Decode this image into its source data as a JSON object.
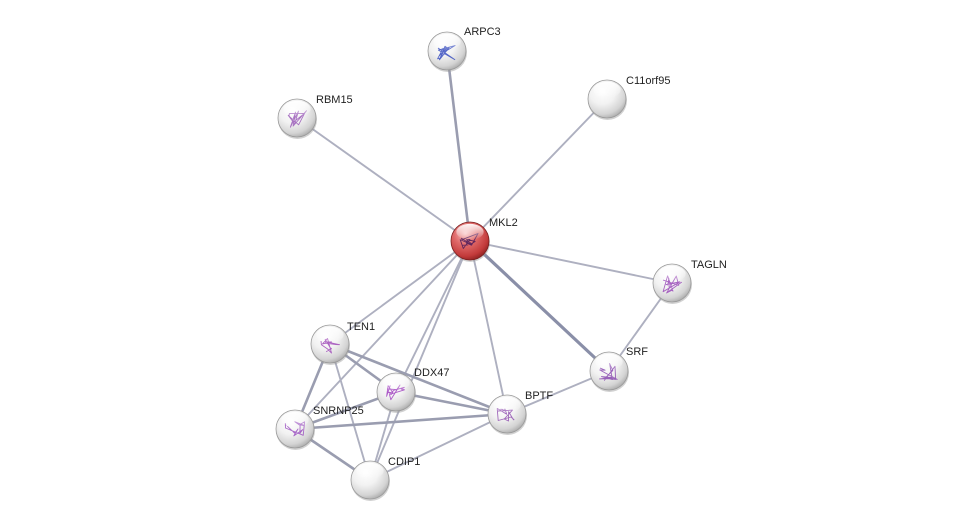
{
  "network": {
    "query_node": "MKL2",
    "nodes": [
      {
        "id": "ARPC3",
        "label": "ARPC3",
        "query": false,
        "structure": true,
        "structure_color": "#3a4fc0"
      },
      {
        "id": "C11orf95",
        "label": "C11orf95",
        "query": false,
        "structure": false
      },
      {
        "id": "RBM15",
        "label": "RBM15",
        "query": false,
        "structure": true,
        "structure_color": "#9a5ab8"
      },
      {
        "id": "MKL2",
        "label": "MKL2",
        "query": true,
        "structure": true,
        "structure_color": "#4a1a5a"
      },
      {
        "id": "TAGLN",
        "label": "TAGLN",
        "query": false,
        "structure": true,
        "structure_color": "#9a4ab8"
      },
      {
        "id": "TEN1",
        "label": "TEN1",
        "query": false,
        "structure": true,
        "structure_color": "#a04ab8"
      },
      {
        "id": "SRF",
        "label": "SRF",
        "query": false,
        "structure": true,
        "structure_color": "#8a4ab0"
      },
      {
        "id": "DDX47",
        "label": "DDX47",
        "query": false,
        "structure": true,
        "structure_color": "#a040c0"
      },
      {
        "id": "BPTF",
        "label": "BPTF",
        "query": false,
        "structure": true,
        "structure_color": "#9050b0"
      },
      {
        "id": "SNRNP25",
        "label": "SNRNP25",
        "query": false,
        "structure": true,
        "structure_color": "#9a50c0"
      },
      {
        "id": "CDIP1",
        "label": "CDIP1",
        "query": false,
        "structure": false
      }
    ],
    "edges": [
      {
        "source": "MKL2",
        "target": "ARPC3",
        "strength": 2
      },
      {
        "source": "MKL2",
        "target": "C11orf95",
        "strength": 1
      },
      {
        "source": "MKL2",
        "target": "RBM15",
        "strength": 1
      },
      {
        "source": "MKL2",
        "target": "TAGLN",
        "strength": 1
      },
      {
        "source": "MKL2",
        "target": "SRF",
        "strength": 3
      },
      {
        "source": "MKL2",
        "target": "TEN1",
        "strength": 1
      },
      {
        "source": "MKL2",
        "target": "DDX47",
        "strength": 1
      },
      {
        "source": "MKL2",
        "target": "BPTF",
        "strength": 1
      },
      {
        "source": "MKL2",
        "target": "SNRNP25",
        "strength": 1
      },
      {
        "source": "MKL2",
        "target": "CDIP1",
        "strength": 1
      },
      {
        "source": "TAGLN",
        "target": "SRF",
        "strength": 1
      },
      {
        "source": "SRF",
        "target": "BPTF",
        "strength": 1
      },
      {
        "source": "TEN1",
        "target": "DDX47",
        "strength": 2
      },
      {
        "source": "TEN1",
        "target": "SNRNP25",
        "strength": 2
      },
      {
        "source": "TEN1",
        "target": "CDIP1",
        "strength": 1
      },
      {
        "source": "TEN1",
        "target": "BPTF",
        "strength": 2
      },
      {
        "source": "DDX47",
        "target": "SNRNP25",
        "strength": 2
      },
      {
        "source": "DDX47",
        "target": "CDIP1",
        "strength": 1
      },
      {
        "source": "DDX47",
        "target": "BPTF",
        "strength": 2
      },
      {
        "source": "SNRNP25",
        "target": "CDIP1",
        "strength": 2
      },
      {
        "source": "SNRNP25",
        "target": "BPTF",
        "strength": 2
      },
      {
        "source": "CDIP1",
        "target": "BPTF",
        "strength": 1
      }
    ]
  }
}
